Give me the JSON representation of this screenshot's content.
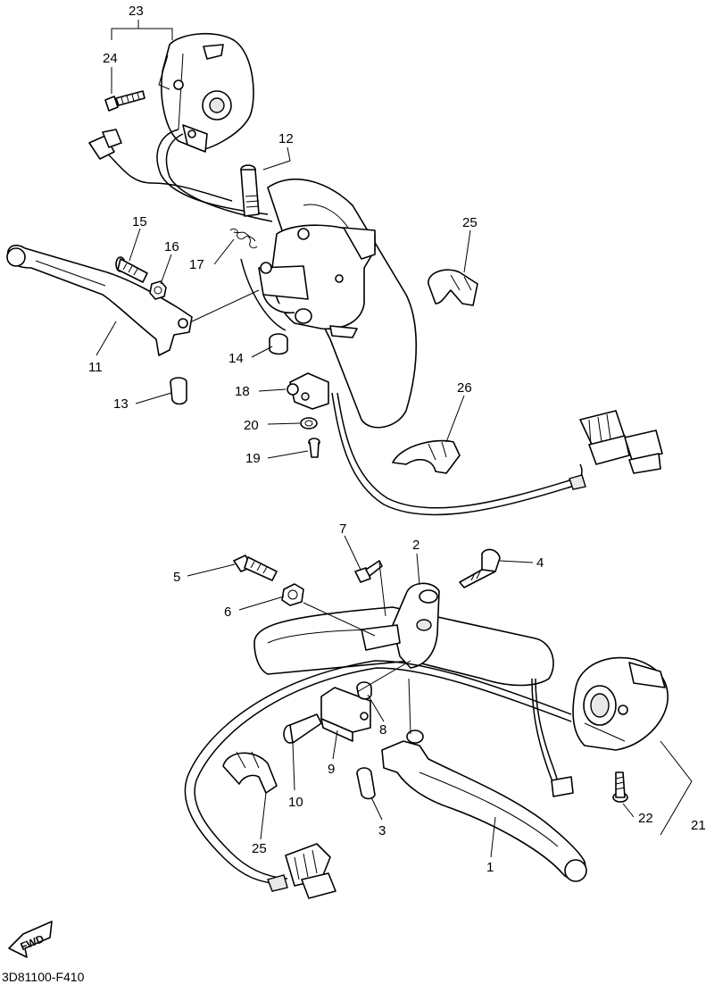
{
  "figure_code": "3D81100-F410",
  "fwd_badge": "FWD",
  "callouts": [
    {
      "id": "c1",
      "label": "1"
    },
    {
      "id": "c2",
      "label": "2"
    },
    {
      "id": "c3",
      "label": "3"
    },
    {
      "id": "c4",
      "label": "4"
    },
    {
      "id": "c5",
      "label": "5"
    },
    {
      "id": "c6",
      "label": "6"
    },
    {
      "id": "c7",
      "label": "7"
    },
    {
      "id": "c8",
      "label": "8"
    },
    {
      "id": "c9",
      "label": "9"
    },
    {
      "id": "c10",
      "label": "10"
    },
    {
      "id": "c11",
      "label": "11"
    },
    {
      "id": "c12",
      "label": "12"
    },
    {
      "id": "c13",
      "label": "13"
    },
    {
      "id": "c14",
      "label": "14"
    },
    {
      "id": "c15",
      "label": "15"
    },
    {
      "id": "c16",
      "label": "16"
    },
    {
      "id": "c17",
      "label": "17"
    },
    {
      "id": "c18",
      "label": "18"
    },
    {
      "id": "c19",
      "label": "19"
    },
    {
      "id": "c20",
      "label": "20"
    },
    {
      "id": "c21",
      "label": "21"
    },
    {
      "id": "c22",
      "label": "22"
    },
    {
      "id": "c23",
      "label": "23"
    },
    {
      "id": "c24",
      "label": "24"
    },
    {
      "id": "c25a",
      "label": "25"
    },
    {
      "id": "c25b",
      "label": "25"
    },
    {
      "id": "c26",
      "label": "26"
    }
  ]
}
